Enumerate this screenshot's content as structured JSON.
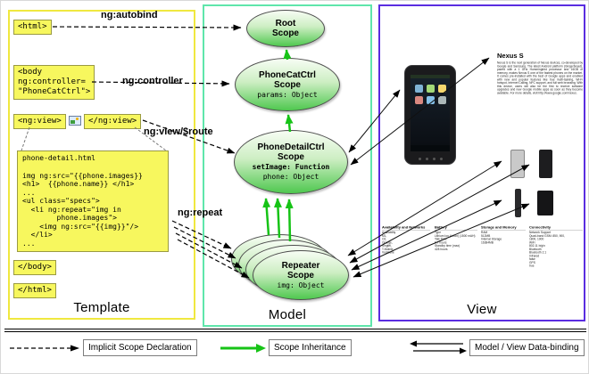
{
  "columns": {
    "template_label": "Template",
    "model_label": "Model",
    "view_label": "View"
  },
  "annotations": {
    "autobind": "ng:autobind",
    "controller": "ng:controller",
    "view_route": "ng:view/$route",
    "repeat": "ng:repeat"
  },
  "template": {
    "html_open": "<html>",
    "body_open": "<body\nng:controller=\n\"PhoneCatCtrl\">",
    "ngview_open": "<ng:view>",
    "ngview_close": "</ng:view>",
    "body_close": "</body>",
    "html_close": "</html>",
    "code_filename": "phone-detail.html",
    "code_body": "\nimg ng:src=\"{{phone.images}}\n<h1>  {{phone.name}} </h1>\n...\n<ul class=\"specs\">\n  <li ng:repeat=\"img in\n        phone.images\">\n    <img ng:src=\"{{img}}\"/>\n  </li>\n..."
  },
  "model": {
    "root_scope_title": "Root\nScope",
    "phonecat_title": "PhoneCatCtrl\nScope",
    "phonecat_prop": "params: Object",
    "phonedetail_title": "PhoneDetailCtrl\nScope",
    "phonedetail_prop_bold": "setImage: Function",
    "phonedetail_prop": "phone: Object",
    "repeater_title": "Repeater\nScope",
    "repeater_prop": "img: Object"
  },
  "view": {
    "phone_name": "Nexus S",
    "phone_description": "Nexus S is the next generation of Nexus devices, co-developed by Google and Samsung. The latest Android platform (Gingerbread), paired with a 1 GHz Hummingbird processor and 16GB of memory, makes Nexus S one of the fastest phones on the market. It comes pre-installed with the best of Google apps and enabled with new and popular features like true multi-tasking, Wi-Fi hotspot, Internet Calling, NFC support, and full web browsing. With this device, users will also be the first to receive software upgrades and new Google mobile apps as soon as they become available. For more details, visit http://www.google.com/nexus.",
    "specs": [
      {
        "header": "Availability and Networks",
        "body": "Availability\nM1,\nO2,\nOrange,\nSingtel,\nT-Mobile,\nVodafone"
      },
      {
        "header": "Battery",
        "body": "Type\nLithium Ion (Li-Ion) (1500 mAH)\nTalk Time\n6.7 hours\nStandby time (max)\n428 hours"
      },
      {
        "header": "Storage and Memory",
        "body": "RAM\n512MB\nInternal Storage\n16384MB"
      },
      {
        "header": "Connectivity",
        "body": "Network Support\nQuad-band GSM: 850, 900,\n1800, 1900\nWiFi\n802.11 b/g/n\nBluetooth\nBluetooth 2.1\nInfrared\nfalse\nGPS\ntrue"
      }
    ]
  },
  "legend": {
    "implicit": "Implicit Scope Declaration",
    "inheritance": "Scope Inheritance",
    "databinding": "Model / View Data-binding"
  }
}
